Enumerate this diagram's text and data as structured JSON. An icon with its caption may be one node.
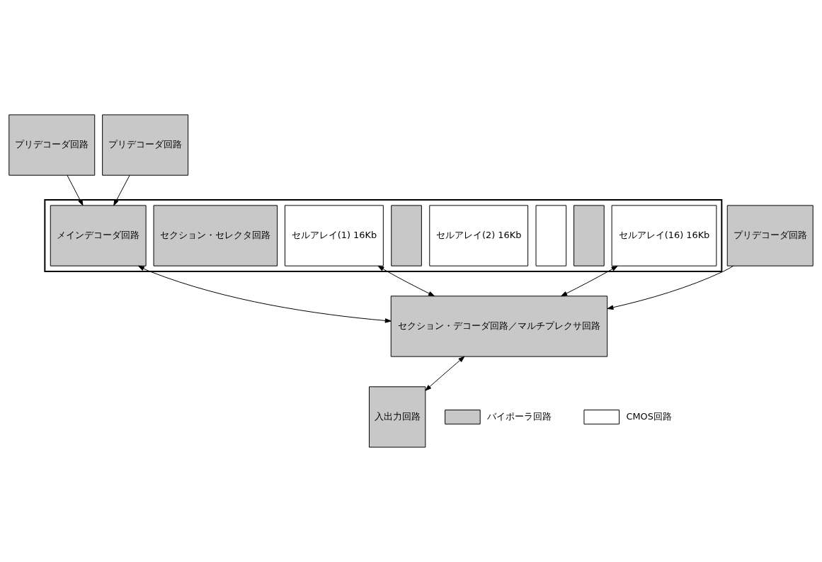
{
  "diagram": {
    "nodes": [
      {
        "text": [
          "プリデコーダ回路"
        ]
      },
      {
        "text": [],
        "shape": "box"
      },
      {
        "text": [
          "メインデコーダ回路"
        ],
        "in": 1
      },
      {
        "text": [
          "セクション・セレクタ回路"
        ],
        "in": 1
      },
      {
        "text": [
          "セルアレイ(1) 16Kb"
        ],
        "in": 1
      },
      {
        "text": [],
        "shape": "box",
        "in": 1
      },
      {
        "text": [
          "セルアレイ(2) 16Kb"
        ],
        "in": 1
      },
      {
        "text": [],
        "shape": "box",
        "in": 1
      },
      {
        "text": [],
        "shape": "box",
        "in": 1
      },
      {
        "text": [
          "セルアレイ(16) 16Kb"
        ],
        "in": 1
      },
      {
        "text": [
          "プリデコーダ回路"
        ]
      },
      {
        "text": [
          "入出力回路"
        ]
      },
      {
        "text": [
          "プリデコーダ回路"
        ]
      },
      {
        "text": [
          "セクション・デコーダ回路／マルチプレクサ回路"
        ]
      }
    ],
    "edges": [
      {
        "from": 0,
        "to": 2,
        "arrow": "to"
      },
      {
        "from": 10,
        "to": 2,
        "arrow": "to"
      },
      {
        "from": 2,
        "to": 13,
        "arrow": "both"
      },
      {
        "from": 4,
        "to": 13,
        "arrow": "both"
      },
      {
        "from": 9,
        "to": 13,
        "arrow": "both"
      },
      {
        "from": 13,
        "to": 11,
        "arrow": "both"
      },
      {
        "from": 12,
        "to": 13,
        "arrow": "to"
      }
    ],
    "legend": [
      {
        "text": "バイポーラ回路",
        "color": "#c8c8c8"
      },
      {
        "text": "CMOS回路",
        "color": "#ffffff"
      }
    ]
  }
}
